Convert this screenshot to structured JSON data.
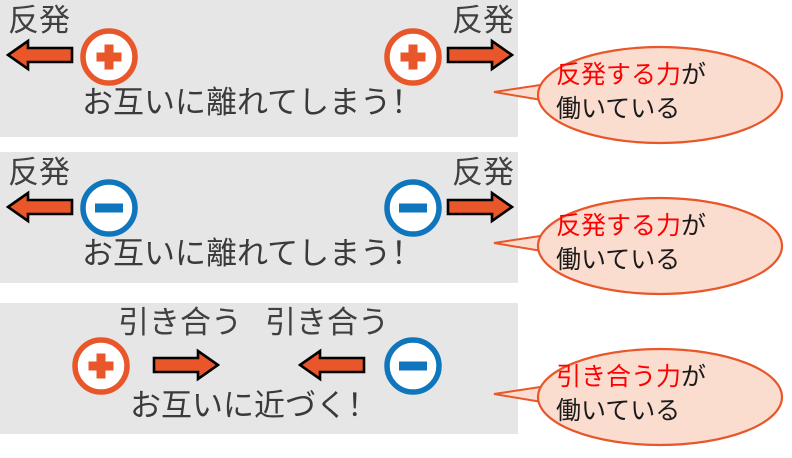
{
  "figure": {
    "title_colors": {
      "panel_background": "#e6e6e6",
      "page_background": "#ffffff",
      "positive": "#e8562a",
      "negative": "#0f76bd",
      "arrow_fill": "#e8562a",
      "arrow_stroke": "#000000",
      "callout_fill": "#fbddd0",
      "callout_stroke": "#e8562a",
      "highlight_text": "#ff0000",
      "body_text": "#3a3a3a"
    }
  },
  "rows": [
    {
      "id": "row-positive-positive",
      "left_label": "反発",
      "right_label": "反発",
      "left_charge": "+",
      "right_charge": "+",
      "left_charge_name": "plus-charge-icon",
      "right_charge_name": "plus-charge-icon",
      "left_arrow_direction": "left",
      "right_arrow_direction": "right",
      "caption": "お互いに離れてしまう！",
      "callout": {
        "highlight": "反発する力",
        "rest": "が",
        "line2": "働いている"
      }
    },
    {
      "id": "row-negative-negative",
      "left_label": "反発",
      "right_label": "反発",
      "left_charge": "−",
      "right_charge": "−",
      "left_charge_name": "minus-charge-icon",
      "right_charge_name": "minus-charge-icon",
      "left_arrow_direction": "left",
      "right_arrow_direction": "right",
      "caption": "お互いに離れてしまう！",
      "callout": {
        "highlight": "反発する力",
        "rest": "が",
        "line2": "働いている"
      }
    },
    {
      "id": "row-positive-negative",
      "left_label": "引き合う",
      "right_label": "引き合う",
      "left_charge": "+",
      "right_charge": "−",
      "left_charge_name": "plus-charge-icon",
      "right_charge_name": "minus-charge-icon",
      "left_arrow_direction": "right",
      "right_arrow_direction": "left",
      "caption": "お互いに近づく！",
      "callout": {
        "highlight": "引き合う力",
        "rest": "が",
        "line2": "働いている"
      }
    }
  ]
}
